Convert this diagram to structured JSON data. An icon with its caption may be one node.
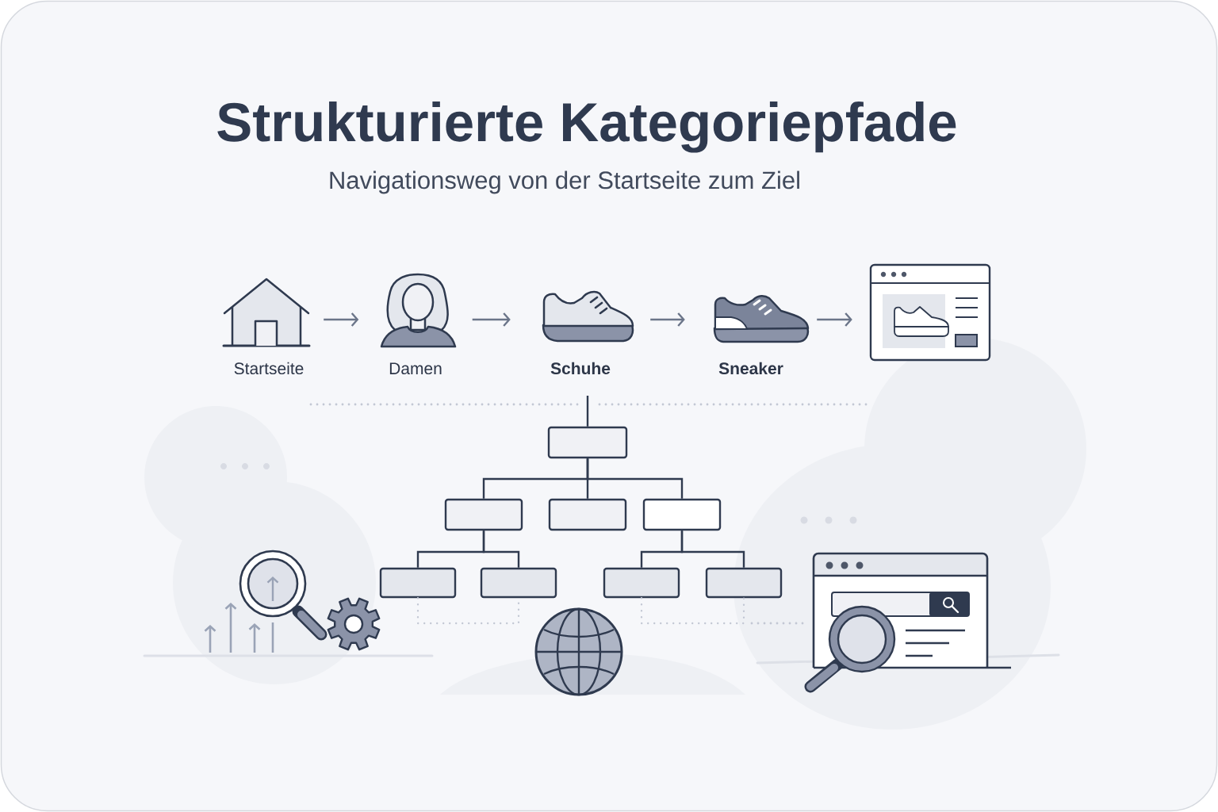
{
  "diagram": {
    "title": "Strukturierte Kategoriepfade",
    "nodes": [
      {
        "text": [
          "Startseite"
        ]
      },
      {
        "text": [
          "Damen"
        ]
      },
      {
        "text": [
          "Schuhe"
        ]
      },
      {
        "text": [
          "Sneaker"
        ]
      },
      {
        "text": [],
        "shape": "picture"
      },
      {
        "text": [],
        "shape": "box"
      },
      {
        "text": [],
        "shape": "box"
      },
      {
        "text": [],
        "shape": "box"
      },
      {
        "text": [],
        "shape": "box"
      },
      {
        "text": [],
        "shape": "box"
      },
      {
        "text": [],
        "shape": "box"
      },
      {
        "text": [],
        "shape": "box"
      },
      {
        "text": [],
        "shape": "box"
      }
    ],
    "edges": [
      {
        "from": 0,
        "to": 1,
        "arrow": "to",
        "color": "#6b7589"
      },
      {
        "from": 1,
        "to": 2,
        "arrow": "to",
        "color": "#6b7589"
      },
      {
        "from": 2,
        "to": 3,
        "arrow": "to",
        "color": "#6b7589"
      },
      {
        "from": 3,
        "to": 4,
        "arrow": "to",
        "color": "#6b7589"
      },
      {
        "from": null,
        "to": 5,
        "arrow": "none"
      },
      {
        "from": 5,
        "to": 6,
        "arrow": "none"
      },
      {
        "from": 5,
        "to": 7,
        "arrow": "none"
      },
      {
        "from": 5,
        "to": 8,
        "arrow": "none"
      },
      {
        "from": 6,
        "to": 9,
        "arrow": "none"
      },
      {
        "from": 6,
        "to": 10,
        "arrow": "none"
      },
      {
        "from": 8,
        "to": 11,
        "arrow": "none"
      },
      {
        "from": 8,
        "to": 12,
        "arrow": "none"
      },
      {
        "from": 9,
        "to": 10,
        "arrow": "none",
        "style": "dashed",
        "color": "#c3c8d4"
      },
      {
        "from": 11,
        "to": 12,
        "arrow": "none",
        "style": "dashed",
        "color": "#c3c8d4"
      }
    ],
    "labels": [
      "Navigationsweg von der Startseite zum Ziel"
    ]
  }
}
